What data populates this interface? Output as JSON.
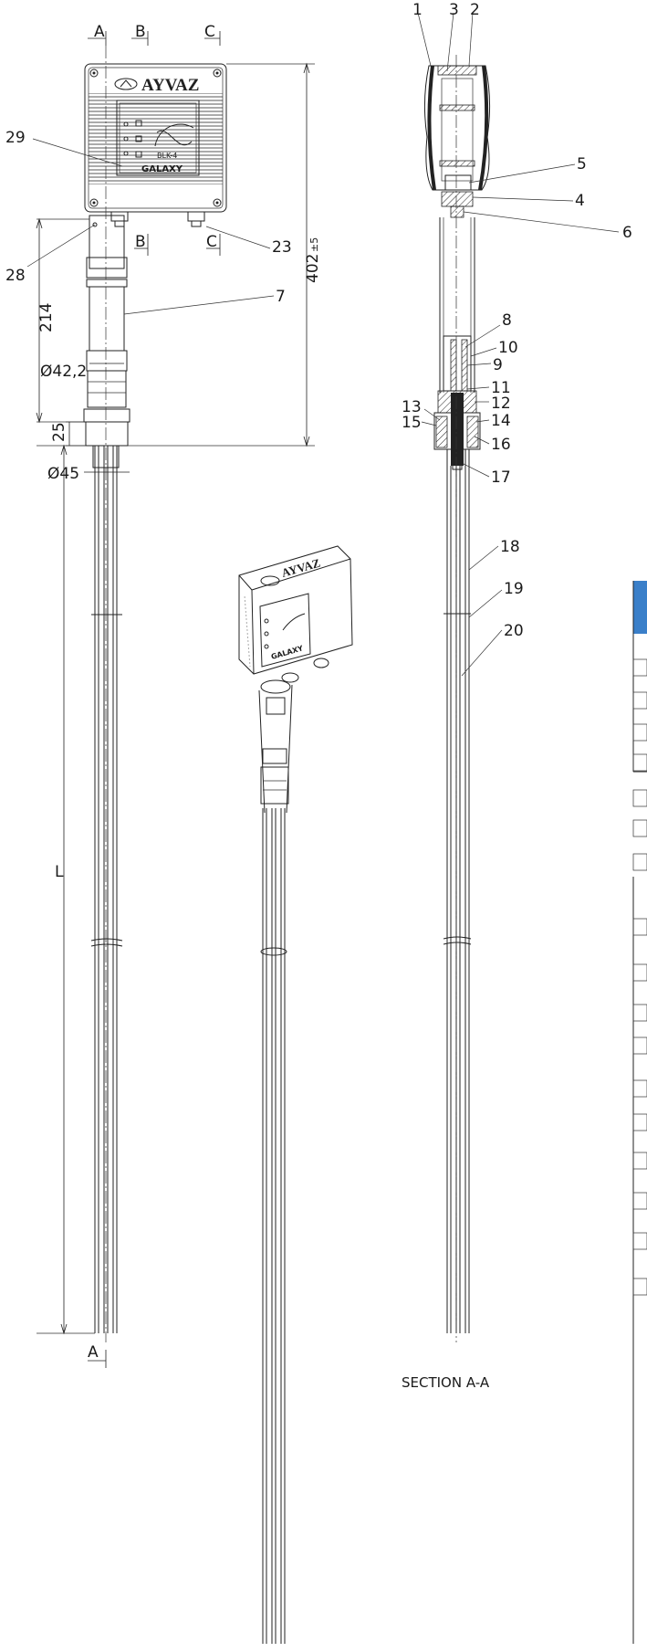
{
  "brand": "AYVAZ",
  "model_label": "GALAXY",
  "panel_code": "BLK-4",
  "section_views": {
    "a": "A",
    "b": "B",
    "c": "C"
  },
  "dimensions": {
    "height_total": "402",
    "height_tol": "±5",
    "height_214": "214",
    "dia_42": "Ø42,2",
    "height_25": "25",
    "dia_45": "Ø45",
    "length": "L"
  },
  "callouts": [
    "1",
    "2",
    "3",
    "4",
    "5",
    "6",
    "7",
    "8",
    "9",
    "10",
    "11",
    "12",
    "13",
    "14",
    "15",
    "16",
    "17",
    "18",
    "19",
    "20",
    "23",
    "28",
    "29"
  ],
  "section_title": "SECTION A-A",
  "table": {
    "header_color": "#3a7fc9"
  }
}
